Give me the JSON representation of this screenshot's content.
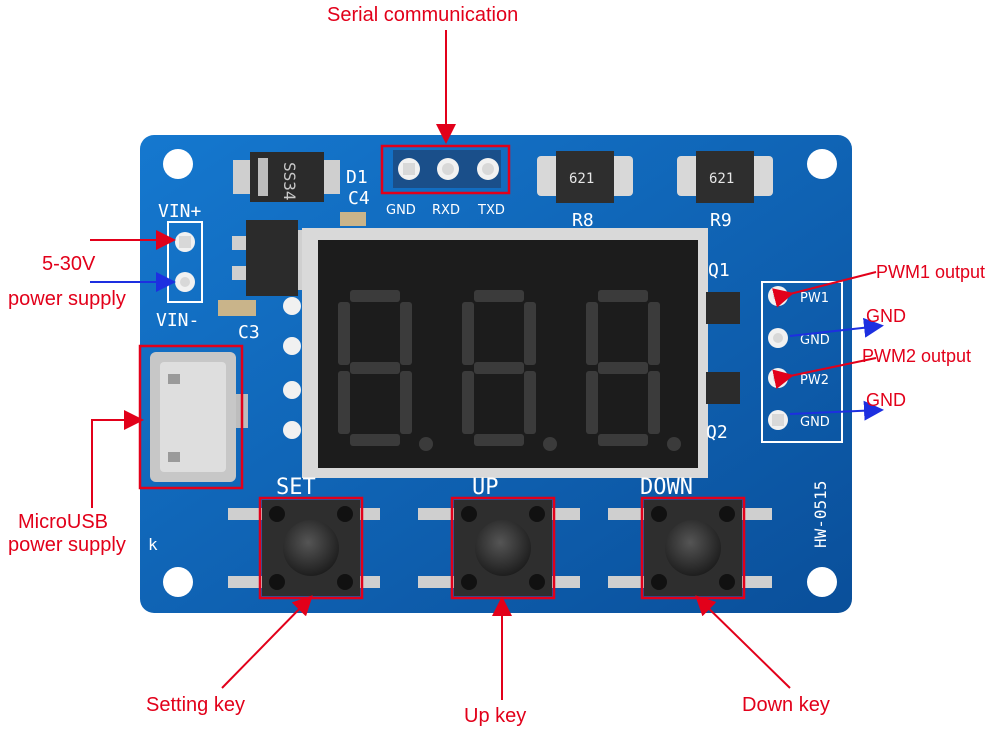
{
  "annotations": {
    "serial": "Serial communication",
    "supply_voltage": "5-30V",
    "supply_label": "power supply",
    "pwm1": "PWM1 output",
    "gnd1": "GND",
    "pwm2": "PWM2 output",
    "gnd2": "GND",
    "microusb_line1": "MicroUSB",
    "microusb_line2": "power supply",
    "setting_key": "Setting key",
    "up_key": "Up key",
    "down_key": "Down key"
  },
  "silkscreen": {
    "vin_plus": "VIN+",
    "vin_minus": "VIN-",
    "d1": "D1",
    "c4": "C4",
    "c3": "C3",
    "gnd": "GND",
    "rxd": "RXD",
    "txd": "TXD",
    "r8": "R8",
    "r9": "R9",
    "q1": "Q1",
    "q2": "Q2",
    "pw1": "PW1",
    "gnd_a": "GND",
    "pw2": "PW2",
    "gnd_b": "GND",
    "set": "SET",
    "up": "UP",
    "down": "DOWN",
    "board_id": "HW-0515",
    "diode_marking": "SS34",
    "r8_marking": "621",
    "r9_marking": "621",
    "k_mark": "k"
  },
  "colors": {
    "board": "#0b63b8",
    "annotation": "#e2001a",
    "arrow_blue": "#1d2fe0",
    "display": "#1c1c1c"
  }
}
